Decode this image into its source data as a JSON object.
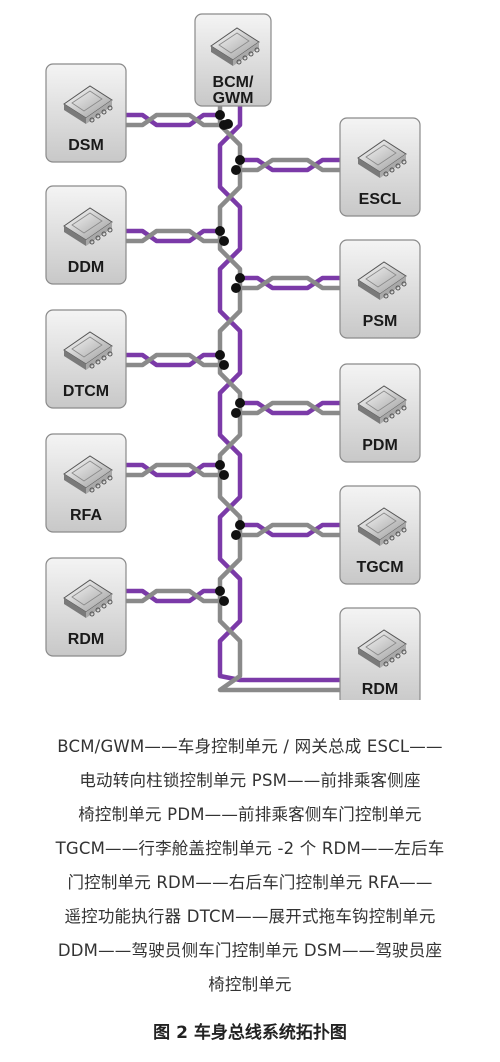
{
  "nodes": {
    "bcm": {
      "line1": "BCM/",
      "line2": "GWM"
    },
    "dsm": "DSM",
    "ddm": "DDM",
    "dtcm": "DTCM",
    "rfa": "RFA",
    "rdm_left": "RDM",
    "escl": "ESCL",
    "psm": "PSM",
    "pdm": "PDM",
    "tgcm": "TGCM",
    "rdm_right": "RDM"
  },
  "colors": {
    "purple": "#7b3aa8",
    "gray": "#8a8a8a",
    "junction": "#111111"
  },
  "icon": "ecu-module-icon",
  "caption": [
    "BCM/GWM——车身控制单元 / 网关总成  ESCL——",
    "电动转向柱锁控制单元  PSM——前排乘客侧座",
    "椅控制单元  PDM——前排乘客侧车门控制单元",
    "TGCM——行李舱盖控制单元 -2 个  RDM——左后车",
    "门控制单元  RDM——右后车门控制单元  RFA——",
    "遥控功能执行器  DTCM——展开式拖车钩控制单元",
    "DDM——驾驶员侧车门控制单元  DSM——驾驶员座",
    "椅控制单元"
  ],
  "figure_title": "图 2  车身总线系统拓扑图"
}
